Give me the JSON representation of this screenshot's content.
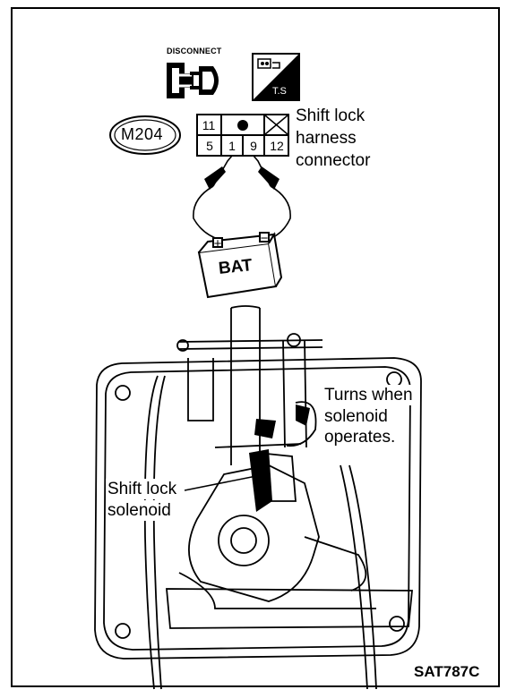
{
  "icons": {
    "disconnect_label": "DISCONNECT",
    "ts_label": "T.S"
  },
  "connector": {
    "id": "M204",
    "pins_top": [
      "11",
      "●",
      "⊠"
    ],
    "pins_bottom": [
      "5",
      "1",
      "9",
      "12"
    ],
    "label_line1": "Shift lock",
    "label_line2": "harness",
    "label_line3": "connector"
  },
  "battery": {
    "label": "BAT",
    "plus": "+",
    "minus": "−"
  },
  "annotations": {
    "turns_line1": "Turns when",
    "turns_line2": "solenoid",
    "turns_line3": "operates.",
    "solenoid_line1": "Shift lock",
    "solenoid_line2": "solenoid"
  },
  "figure_code": "SAT787C"
}
